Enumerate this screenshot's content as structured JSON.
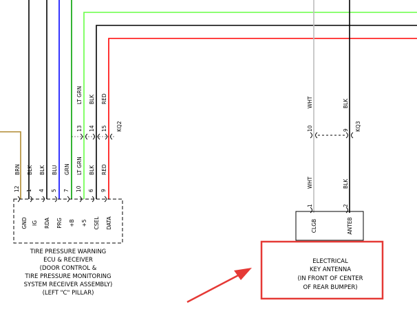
{
  "wires_left": [
    {
      "pin": "12",
      "color": "BRN",
      "hex": "#b08a30",
      "term": "GND"
    },
    {
      "pin": "1",
      "color": "BLK",
      "hex": "#000000",
      "term": "IG"
    },
    {
      "pin": "4",
      "color": "BLK",
      "hex": "#000000",
      "term": "RDA"
    },
    {
      "pin": "5",
      "color": "BLU",
      "hex": "#0000ff",
      "term": "PRG"
    },
    {
      "pin": "7",
      "color": "GRN",
      "hex": "#00a000",
      "term": "+B"
    },
    {
      "pin": "10",
      "color": "LT GRN",
      "hex": "#66ff44",
      "term": "+5"
    },
    {
      "pin": "6",
      "color": "BLK",
      "hex": "#000000",
      "term": "CSEL"
    },
    {
      "pin": "9",
      "color": "RED",
      "hex": "#ff0000",
      "term": "DATA"
    }
  ],
  "upper_connector": {
    "id": "KQ2",
    "wires": [
      {
        "pin": "13",
        "color": "LT GRN"
      },
      {
        "pin": "14",
        "color": "BLK"
      },
      {
        "pin": "15",
        "color": "RED"
      }
    ]
  },
  "ecu_label": [
    "TIRE PRESSURE WARNING",
    "ECU & RECEIVER",
    "(DOOR CONTROL &",
    "TIRE PRESSURE MONITORING",
    "SYSTEM RECEIVER ASSEMBLY)",
    "(LEFT \"C\" PILLAR)"
  ],
  "right_connector": {
    "id": "KQ3",
    "wires": [
      {
        "pin": "10",
        "color": "WHT"
      },
      {
        "pin": "9",
        "color": "BLK"
      }
    ]
  },
  "antenna_wires": [
    {
      "pin": "1",
      "color": "WHT",
      "term": "CLGB"
    },
    {
      "pin": "2",
      "color": "BLK",
      "term": "ANTEB"
    }
  ],
  "antenna_label": [
    "ELECTRICAL",
    "KEY ANTENNA",
    "(IN FRONT OF CENTER",
    "OF REAR BUMPER)"
  ],
  "highlight_color": "#e53935"
}
